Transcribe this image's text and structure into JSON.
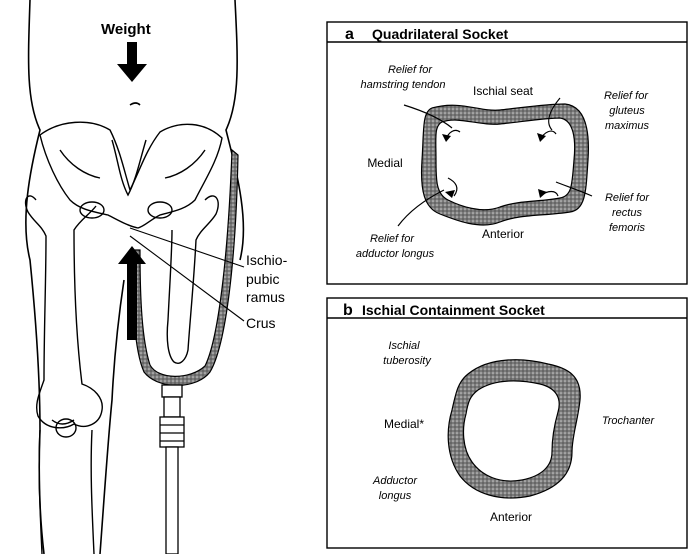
{
  "left": {
    "weight": "Weight",
    "ischio_pubic": [
      "Ischio-",
      "pubic",
      "ramus"
    ],
    "crus": "Crus"
  },
  "panel_a": {
    "letter": "a",
    "title": "Quadrilateral Socket",
    "relief_hamstring": [
      "Relief for",
      "hamstring tendon"
    ],
    "ischial_seat": "Ischial seat",
    "relief_gluteus": [
      "Relief for",
      "gluteus",
      "maximus"
    ],
    "medial": "Medial",
    "relief_rectus": [
      "Relief for",
      "rectus",
      "femoris"
    ],
    "relief_adductor": [
      "Relief for",
      "adductor longus"
    ],
    "anterior": "Anterior"
  },
  "panel_b": {
    "letter": "b",
    "title": "Ischial Containment Socket",
    "ischial_tuberosity": [
      "Ischial",
      "tuberosity"
    ],
    "medial": "Medial*",
    "trochanter": "Trochanter",
    "adductor": [
      "Adductor",
      "longus"
    ],
    "anterior": "Anterior"
  }
}
